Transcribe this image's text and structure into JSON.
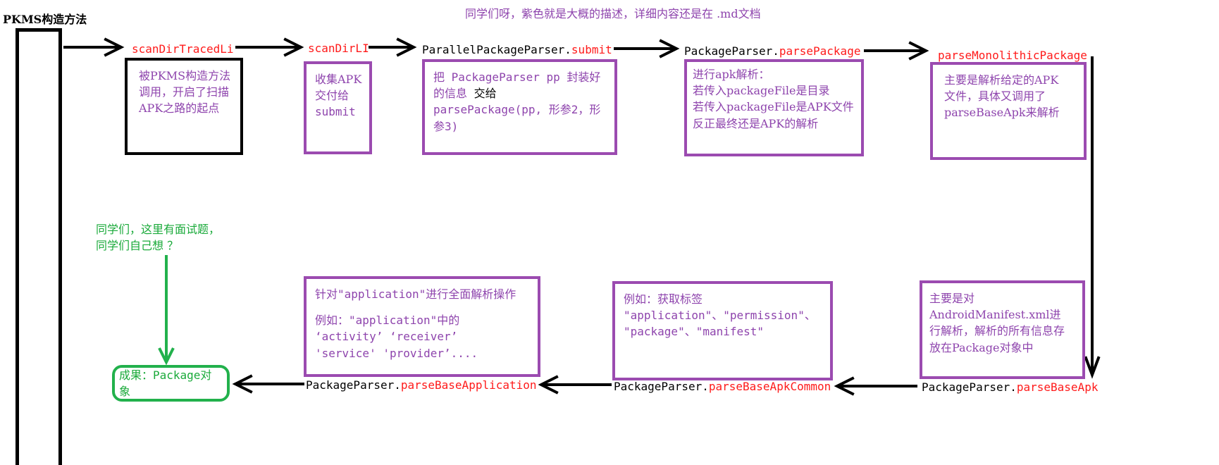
{
  "title": "PKMS构造方法",
  "top_note": "同学们呀，紫色就是大概的描述，详细内容还是在 .md文档",
  "nodes": {
    "scanDirTracedLi": "scanDirTracedLi",
    "scanDirLI": "scanDirLI",
    "parallel_prefix": "ParallelPackageParser.",
    "parallel_method": "submit",
    "pp_prefix_1": "PackageParser.",
    "parsePackage": "parsePackage",
    "parseMonolithicPackage": "parseMonolithicPackage",
    "pp_prefix_2": "PackageParser.",
    "parseBaseApk": "parseBaseApk",
    "pp_prefix_3": "PackageParser.",
    "parseBaseApkCommon": "parseBaseApkCommon",
    "pp_prefix_4": "PackageParser.",
    "parseBaseApplication": "parseBaseApplication"
  },
  "boxes": {
    "b1": [
      "被PKMS构造方法",
      "调用，开启了扫描",
      "APK之路的起点"
    ],
    "b2": [
      "收集APK",
      "交付给",
      "submit"
    ],
    "b3": {
      "line1": "把 PackageParser pp 封装好",
      "line2a": "的信息 ",
      "line2b": "交给",
      "line3": "parsePackage(pp, 形参2，形",
      "line4": "参3)"
    },
    "b4": [
      "进行apk解析：",
      "若传入packageFile是目录",
      "若传入packageFile是APK文件",
      "反正最终还是APK的解析"
    ],
    "b5": [
      "主要是解析给定的APK",
      "文件，具体又调用了",
      "parseBaseApk来解析"
    ],
    "b6": [
      "主要是对",
      "AndroidManifest.xml进",
      "行解析，解析的所有信息存",
      "放在Package对象中"
    ],
    "b7": [
      "例如：获取标签",
      "\"application\"、\"permission\"、",
      "\"package\"、\"manifest\""
    ],
    "b8": {
      "line1": "针对\"application\"进行全面解析操作",
      "line2": "例如：\"application\"中的",
      "line3": " ‘activity’ ‘receiver’",
      "line4": "'service'  'provider’...."
    },
    "result": "成果：Package对象"
  },
  "green_note": [
    "同学们，这里有面试题，",
    "同学们自己想 ？"
  ],
  "colors": {
    "purple_text": "#8e44ad",
    "purple_border": "#9b4bb0",
    "red_text": "#ff1a1a",
    "green": "#22b14c",
    "black": "#000000"
  }
}
